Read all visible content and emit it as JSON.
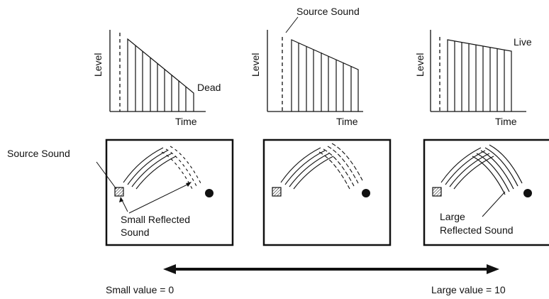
{
  "graphs": [
    {
      "y_label": "Level",
      "x_label": "Time",
      "curve_label": "Dead"
    },
    {
      "y_label": "Level",
      "x_label": "Time",
      "callout_label": "Source Sound"
    },
    {
      "y_label": "Level",
      "x_label": "Time",
      "curve_label": "Live"
    }
  ],
  "rooms": [
    {
      "source_label": "Source Sound",
      "reflection_label_line1": "Small Reflected",
      "reflection_label_line2": "Sound"
    },
    {},
    {
      "reflection_label_line1": "Large",
      "reflection_label_line2": "Reflected Sound"
    }
  ],
  "scale": {
    "left_label": "Small value = 0",
    "right_label": "Large value = 10"
  },
  "colors": {
    "ink": "#111111",
    "background": "#ffffff"
  },
  "icons": [
    "source-speaker-icon",
    "listener-dot-icon",
    "double-arrow-icon"
  ]
}
